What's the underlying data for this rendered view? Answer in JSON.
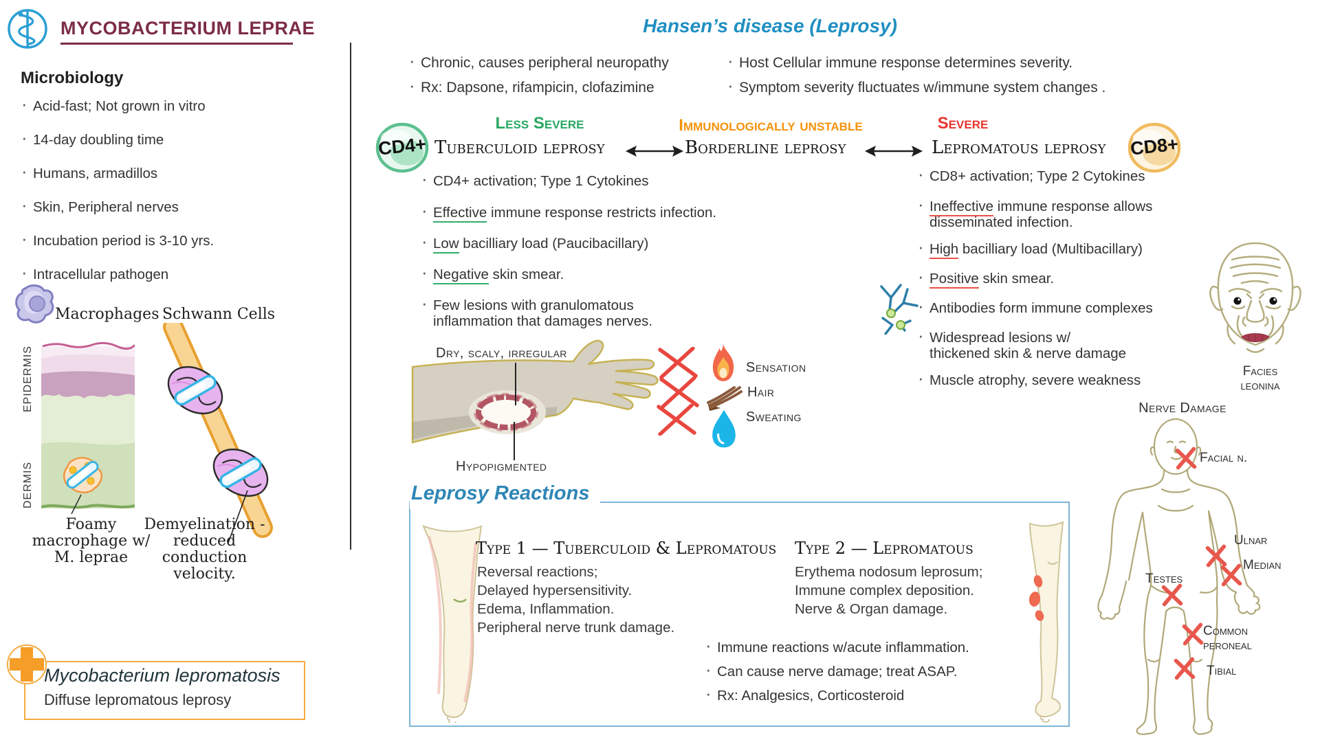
{
  "colors": {
    "brand_maroon": "#7c2b49",
    "accent_blue": "#1f8fc1",
    "green": "#27a860",
    "orange": "#f5920b",
    "red": "#e8352e",
    "reactions_blue": "#2e86b5",
    "box_orange": "#f6aa3e"
  },
  "header": {
    "title": "MYCOBACTERIUM LEPRAE"
  },
  "microbiology": {
    "heading": "Microbiology",
    "bullets": [
      "Acid-fast; Not grown in vitro",
      "14-day doubling time",
      "Humans, armadillos",
      "Skin, Peripheral nerves",
      "Incubation period is 3-10 yrs.",
      "Intracellular pathogen"
    ]
  },
  "histology": {
    "macrophages_label": "Macrophages",
    "schwann_label": "Schwann Cells",
    "epidermis_label": "EPIDERMIS",
    "dermis_label": "DERMIS",
    "foamy_caption": "Foamy macrophage w/ M. leprae",
    "demyelination_caption": "Demyelination - reduced conduction velocity."
  },
  "lepromatosis": {
    "title": "Mycobacterium lepromatosis",
    "subtitle": "Diffuse lepromatous leprosy"
  },
  "hansen": {
    "title": "Hansen’s disease (Leprosy)",
    "bullets_left": [
      "Chronic, causes peripheral neuropathy",
      "Rx: Dapsone, rifampicin, clofazimine"
    ],
    "bullets_right": [
      "Host Cellular immune response determines severity.",
      "Symptom severity fluctuates w/immune system changes ."
    ]
  },
  "spectrum": {
    "cd4_label": "CD4+",
    "cd8_label": "CD8+",
    "less_severe": "Less Severe",
    "unstable": "Immunologically unstable",
    "severe": "Severe",
    "tuberculoid_title": "Tuberculoid leprosy",
    "borderline_title": "Borderline leprosy",
    "lepromatous_title": "Lepromatous leprosy"
  },
  "tuberculoid": {
    "bullets": [
      {
        "rest": "CD4+ activation; Type 1 Cytokines"
      },
      {
        "u": "Effective",
        "rest": " immune response restricts infection."
      },
      {
        "u": "Low",
        "rest": " bacilliary load (Paucibacillary)"
      },
      {
        "u": "Negative",
        "rest": " skin smear."
      },
      {
        "rest": "Few lesions with granulomatous",
        "line2": "inflammation that damages nerves."
      }
    ]
  },
  "lepromatous": {
    "bullets": [
      {
        "rest": "CD8+ activation; Type 2 Cytokines"
      },
      {
        "u": "Ineffective",
        "rest": " immune response allows",
        "line2": "disseminated infection."
      },
      {
        "u": "High",
        "rest": " bacilliary load (Multibacillary)"
      },
      {
        "u": "Positive",
        "rest": " skin smear."
      },
      {
        "rest": "Antibodies form immune complexes"
      },
      {
        "rest": "Widespread lesions w/",
        "line2": "thickened skin & nerve damage"
      },
      {
        "rest": "Muscle atrophy, severe weakness"
      }
    ]
  },
  "arm": {
    "label_top": "Dry, scaly, irregular",
    "label_bottom": "Hypopigmented",
    "loss_labels": [
      "Sensation",
      "Hair",
      "Sweating"
    ]
  },
  "facies": {
    "caption": "Facies leonina"
  },
  "reactions": {
    "title": "Leprosy Reactions",
    "type1_heading": "Type 1 — Tuberculoid & Lepromatous",
    "type1_lines": [
      "Reversal reactions;",
      "Delayed hypersensitivity.",
      "Edema, Inflammation.",
      "Peripheral nerve trunk damage."
    ],
    "type2_heading": "Type 2 —  Lepromatous",
    "type2_lines": [
      "Erythema nodosum leprosum;",
      "Immune complex deposition.",
      "Nerve & Organ damage."
    ],
    "bullets": [
      "Immune reactions w/acute inflammation.",
      "Can cause nerve damage; treat ASAP.",
      "Rx: Analgesics, Corticosteroid"
    ]
  },
  "nerve_damage": {
    "title": "Nerve Damage",
    "labels": {
      "facial": "Facial n.",
      "ulnar": "Ulnar",
      "median": "Median",
      "testes": "Testes",
      "peroneal": "Common peroneal",
      "tibial": "Tibial"
    }
  }
}
